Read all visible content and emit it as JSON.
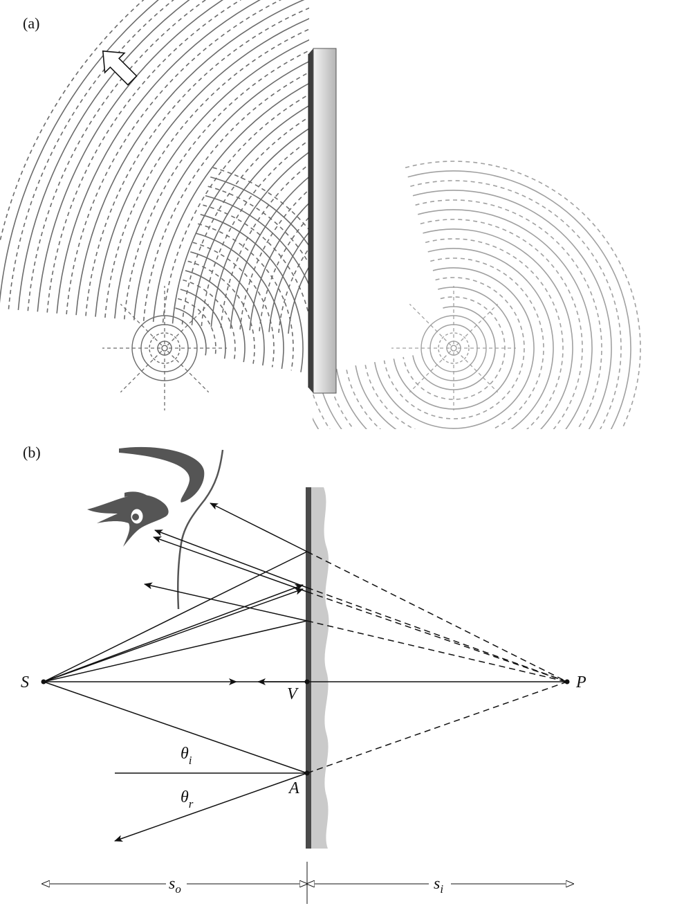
{
  "panel_a": {
    "label": "(a)"
  },
  "panel_b": {
    "label": "(b)",
    "points": {
      "S": "S",
      "P": "P",
      "V": "V",
      "A": "A"
    },
    "angles": {
      "incident": {
        "symbol": "θ",
        "subscript": "i"
      },
      "reflected": {
        "symbol": "θ",
        "subscript": "r"
      }
    },
    "distances": {
      "object": {
        "symbol": "s",
        "subscript": "o"
      },
      "image": {
        "symbol": "s",
        "subscript": "i"
      }
    }
  },
  "colors": {
    "ink": "#111111",
    "mirror_back": "#4a4a4a",
    "mirror_front_light": "#f0f0f0",
    "mirror_front_dark": "#b8b8b8",
    "wave_real": "#6b6b6b",
    "wave_virtual": "#a0a0a0",
    "silver_layer": "#c8c8c8",
    "eye": "#555555"
  },
  "icons": [
    "arrow-outline-icon",
    "eye-icon"
  ]
}
